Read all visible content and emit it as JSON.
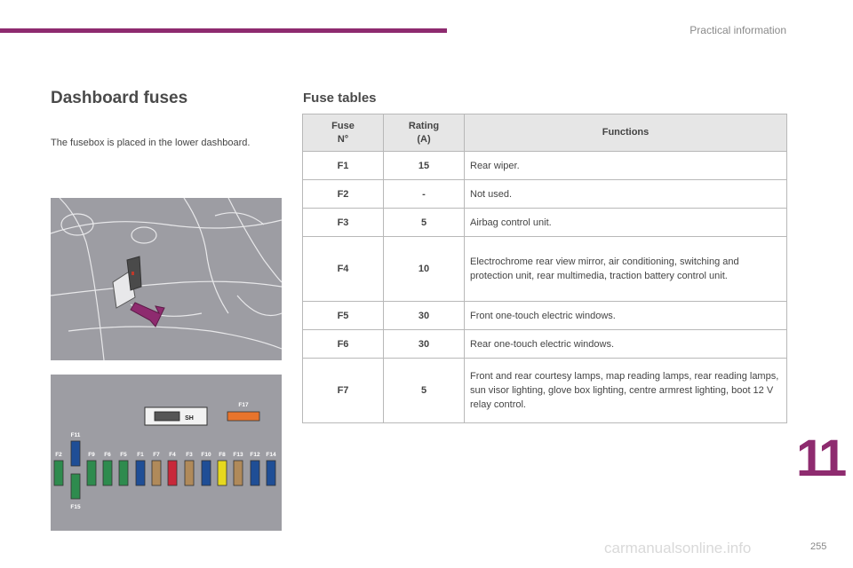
{
  "header": {
    "section": "Practical information",
    "accent_color": "#8e2b6f"
  },
  "left": {
    "title": "Dashboard fuses",
    "text": "The fusebox is placed in the lower dashboard.",
    "fuse_labels": [
      "F2",
      "F11",
      "F9",
      "F6",
      "F5",
      "F1",
      "F7",
      "F4",
      "F3",
      "F10",
      "F8",
      "F13",
      "F12",
      "F14",
      "F15",
      "F17",
      "SH"
    ]
  },
  "right": {
    "title": "Fuse tables",
    "headers": {
      "fuse_1": "Fuse",
      "fuse_2": "N°",
      "rating_1": "Rating",
      "rating_2": "(A)",
      "functions": "Functions"
    },
    "rows": [
      {
        "fuse": "F1",
        "rating": "15",
        "func": "Rear wiper."
      },
      {
        "fuse": "F2",
        "rating": "-",
        "func": "Not used."
      },
      {
        "fuse": "F3",
        "rating": "5",
        "func": "Airbag control unit."
      },
      {
        "fuse": "F4",
        "rating": "10",
        "func": "Electrochrome rear view mirror, air conditioning, switching and protection unit, rear multimedia, traction battery control unit."
      },
      {
        "fuse": "F5",
        "rating": "30",
        "func": "Front one-touch electric windows."
      },
      {
        "fuse": "F6",
        "rating": "30",
        "func": "Rear one-touch electric windows."
      },
      {
        "fuse": "F7",
        "rating": "5",
        "func": "Front and rear courtesy lamps, map reading lamps, rear reading lamps, sun visor lighting, glove box lighting, centre armrest lighting, boot 12 V relay control."
      }
    ]
  },
  "footer": {
    "chapter": "11",
    "page": "255",
    "watermark": "carmanualsonline.info"
  }
}
